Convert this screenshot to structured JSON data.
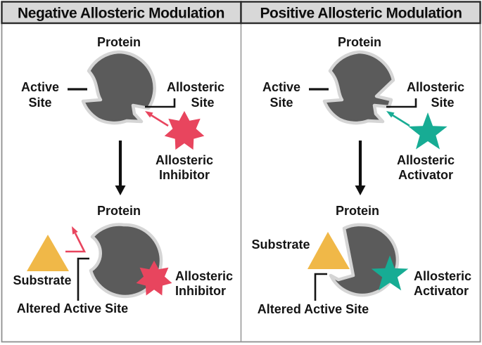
{
  "header": {
    "left": "Negative Allosteric Modulation",
    "right": "Positive Allosteric Modulation"
  },
  "panels": {
    "negative": {
      "top": {
        "protein": "Protein",
        "active_site": [
          "Active",
          "Site"
        ],
        "allosteric_site": [
          "Allosteric",
          "Site"
        ],
        "modulator": [
          "Allosteric",
          "Inhibitor"
        ]
      },
      "bottom": {
        "protein": "Protein",
        "substrate": "Substrate",
        "altered_active_site": "Altered Active Site",
        "modulator": [
          "Allosteric",
          "Inhibitor"
        ]
      }
    },
    "positive": {
      "top": {
        "protein": "Protein",
        "active_site": [
          "Active",
          "Site"
        ],
        "allosteric_site": [
          "Allosteric",
          "Site"
        ],
        "modulator": [
          "Allosteric",
          "Activator"
        ]
      },
      "bottom": {
        "protein": "Protein",
        "substrate": "Substrate",
        "altered_active_site": "Altered Active Site",
        "modulator": [
          "Allosteric",
          "Activator"
        ]
      }
    }
  },
  "colors": {
    "inhibitor": "#E8455E",
    "activator": "#17AC94",
    "substrate": "#F0B848",
    "protein": "#5B5B5B",
    "protein_outline": "#D5D5D5",
    "header_bg": "#D8D8D8",
    "border": "#8F8F8F"
  }
}
